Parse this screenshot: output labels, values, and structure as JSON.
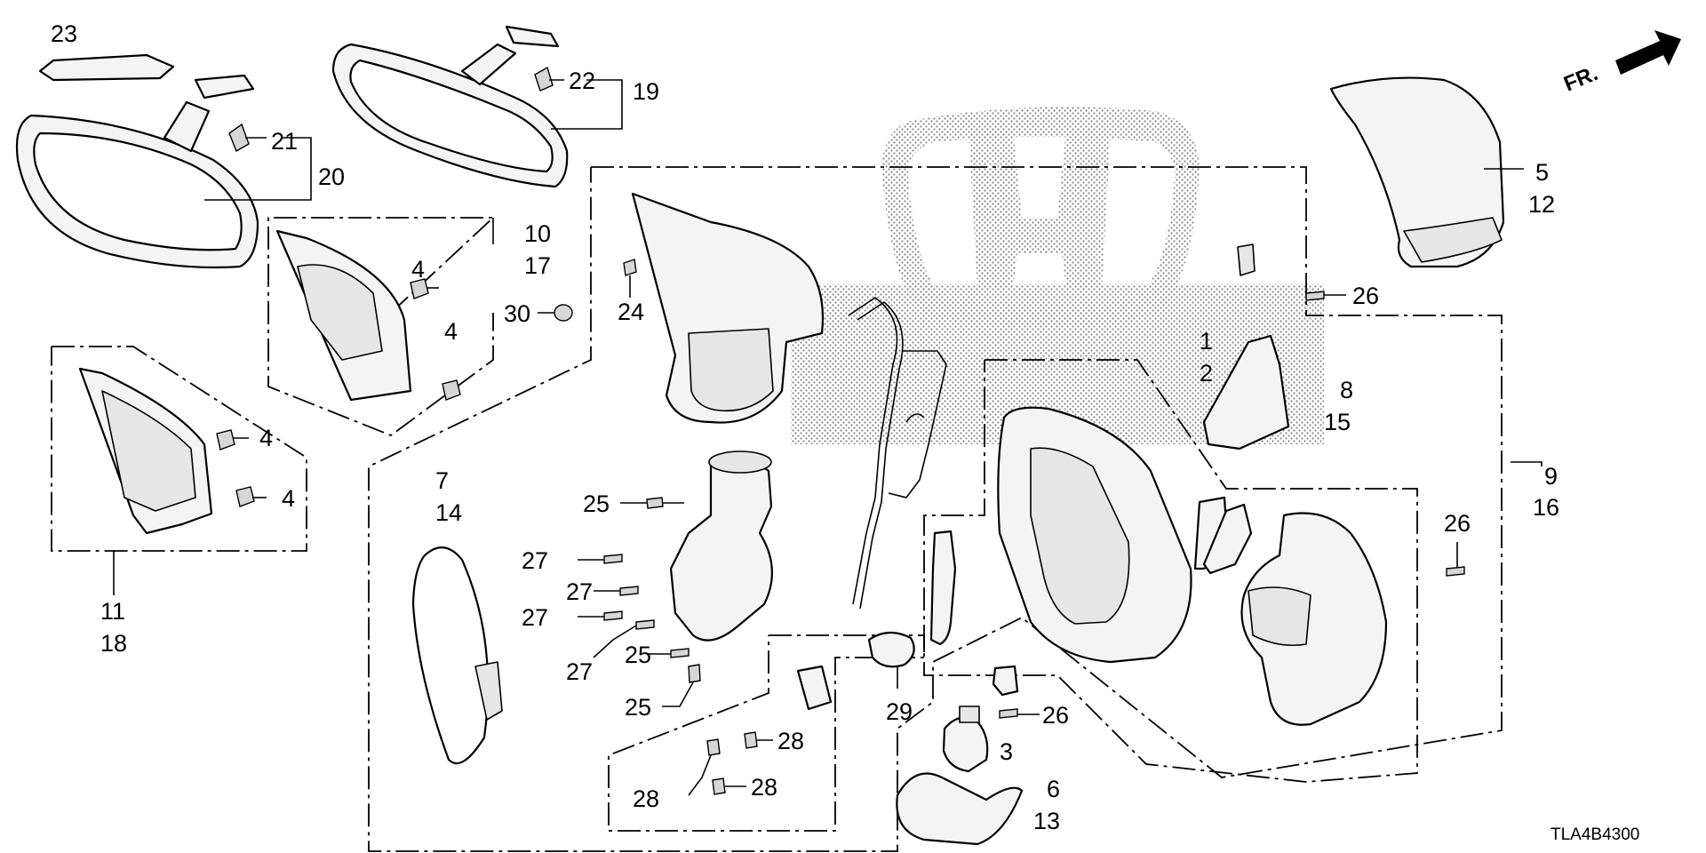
{
  "diagram": {
    "orientation_label": "FR.",
    "diagram_code": "TLA4B4300",
    "callouts": {
      "c1": "1",
      "c2": "2",
      "c3": "3",
      "c4a": "4",
      "c4b": "4",
      "c4c": "4",
      "c4d": "4",
      "c5": "5",
      "c6": "6",
      "c7": "7",
      "c8": "8",
      "c9": "9",
      "c10": "10",
      "c11": "11",
      "c12": "12",
      "c13": "13",
      "c14": "14",
      "c15": "15",
      "c16": "16",
      "c17": "17",
      "c18": "18",
      "c19": "19",
      "c20": "20",
      "c21": "21",
      "c22": "22",
      "c23": "23",
      "c24": "24",
      "c25a": "25",
      "c25b": "25",
      "c25c": "25",
      "c26a": "26",
      "c26b": "26",
      "c26c": "26",
      "c27a": "27",
      "c27b": "27",
      "c27c": "27",
      "c27d": "27",
      "c28a": "28",
      "c28b": "28",
      "c28c": "28",
      "c29": "29",
      "c30": "30"
    }
  }
}
